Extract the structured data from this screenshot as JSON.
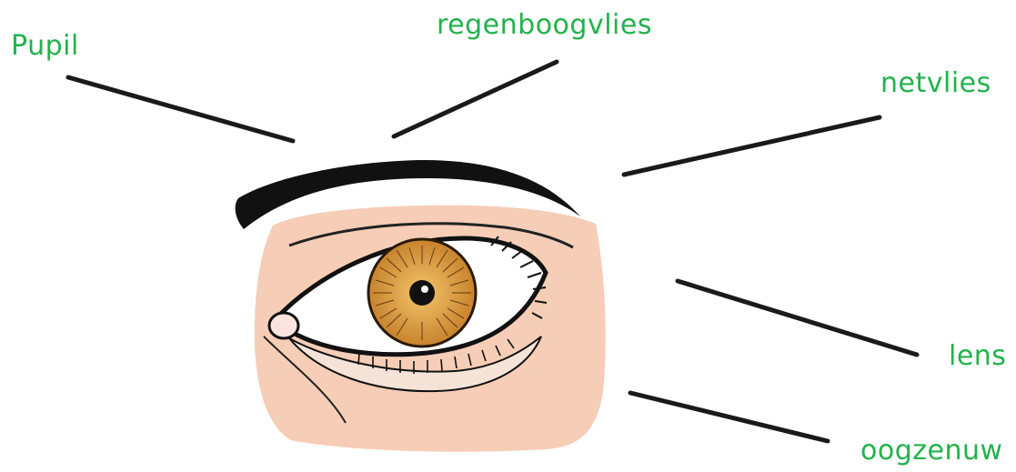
{
  "labels": {
    "pupil": "Pupil",
    "iris": "regenboogvlies",
    "retina": "netvlies",
    "lens": "lens",
    "optic_nerve": "oogzenuw"
  },
  "colors": {
    "label_text": "#22b24c",
    "pointer_lines": "#1a1a1a",
    "skin": "#f6cdb6",
    "iris": "#d89a3a",
    "eyebrow": "#111111",
    "sclera": "#ffffff",
    "lower_lid": "#f5e3d8"
  }
}
